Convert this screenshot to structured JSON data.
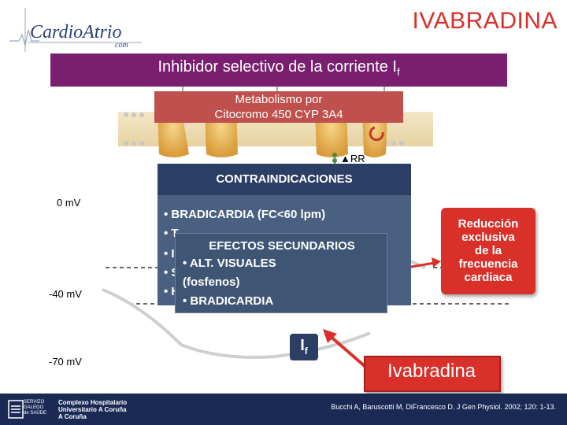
{
  "header": {
    "logo_text": "CardioAtrio",
    "logo_suffix": "com",
    "slide_title": "IVABRADINA"
  },
  "banner": {
    "text": "Inhibidor selectivo de la corriente I",
    "subscript": "f"
  },
  "metabolism": {
    "line1": "Metabolismo por",
    "line2": "Citocromo 450 CYP 3A4"
  },
  "rr_label": "▲RR",
  "contraindications": {
    "title": "CONTRAINDICACIONES",
    "items": [
      "• BRADICARDIA (FC<60 lpm)",
      "• T",
      "• I",
      "• S",
      "• H"
    ]
  },
  "side_effects": {
    "title": "EFECTOS SECUNDARIOS",
    "items": [
      "• ALT. VISUALES",
      "(fosfenos)",
      "• BRADICARDIA"
    ]
  },
  "effect_box": {
    "lines": [
      "Reducción",
      "exclusiva",
      "de la",
      "frecuencia",
      "cardiaca"
    ]
  },
  "voltages": {
    "zero": "0 mV",
    "minus40": "-40 mV",
    "minus70": "-70 mV"
  },
  "current_label": {
    "main": "I",
    "sub": "f"
  },
  "drug_box": "Ivabradina",
  "footer": {
    "institution_lines": [
      "Complexo Hospitalario",
      "Universitario A Coruña",
      "A Coruña"
    ],
    "logo_lines": [
      "SERVIZO",
      "GALEGO",
      "de SAÚDE"
    ],
    "citation": "Bucchi A, Baruscotti M, DiFrancesco D. J Gen Physiol. 2002; 120: 1-13."
  },
  "colors": {
    "title_red": "#d9302a",
    "banner_purple": "#7a1f6f",
    "metab_red": "#c0504d",
    "contra_navy": "#2b3f64",
    "footer_navy": "#1a2a55"
  }
}
